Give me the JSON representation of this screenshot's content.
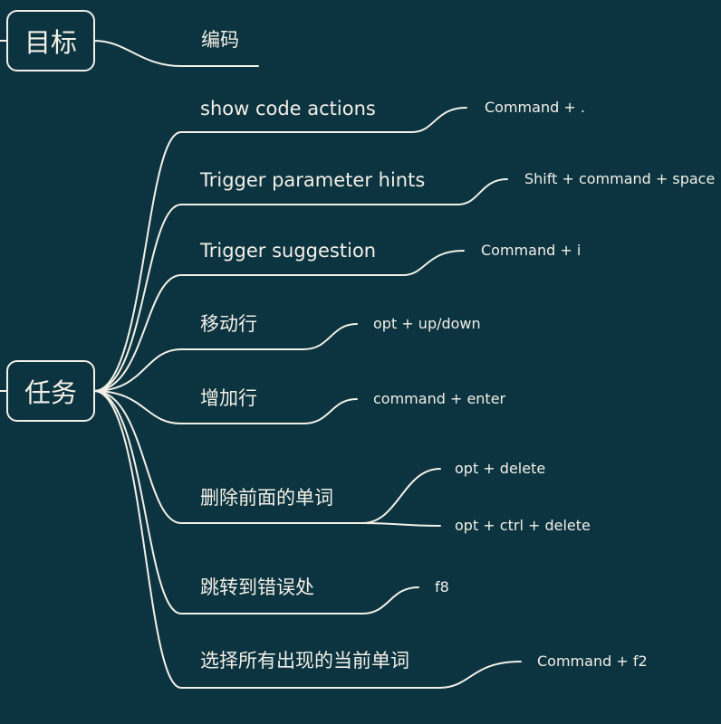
{
  "goal": {
    "label": "目标",
    "child": "编码"
  },
  "task": {
    "label": "任务",
    "items": [
      {
        "label": "show code actions",
        "shortcuts": [
          "Command + ."
        ]
      },
      {
        "label": "Trigger parameter hints",
        "shortcuts": [
          "Shift + command + space"
        ]
      },
      {
        "label": "Trigger suggestion",
        "shortcuts": [
          "Command + i"
        ]
      },
      {
        "label": "移动行",
        "shortcuts": [
          "opt + up/down"
        ]
      },
      {
        "label": "增加行",
        "shortcuts": [
          "command + enter"
        ]
      },
      {
        "label": "删除前面的单词",
        "shortcuts": [
          "opt + delete",
          "opt + ctrl + delete"
        ]
      },
      {
        "label": "跳转到错误处",
        "shortcuts": [
          "f8"
        ]
      },
      {
        "label": "选择所有出现的当前单词",
        "shortcuts": [
          "Command + f2"
        ]
      }
    ]
  }
}
